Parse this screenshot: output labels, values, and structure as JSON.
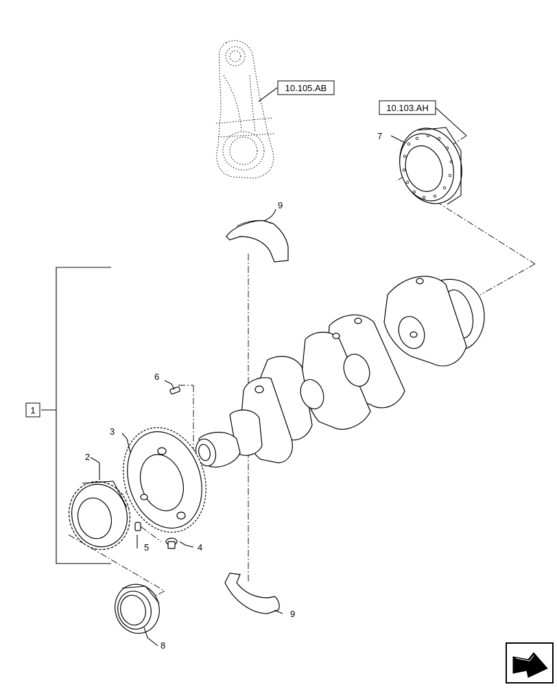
{
  "diagram": {
    "references": {
      "connecting_rod": "10.105.AB",
      "rear_seal_housing": "10.103.AH"
    },
    "assembly_label": "1",
    "callouts": [
      {
        "id": "c2",
        "label": "2"
      },
      {
        "id": "c3",
        "label": "3"
      },
      {
        "id": "c4",
        "label": "4"
      },
      {
        "id": "c5",
        "label": "5"
      },
      {
        "id": "c6",
        "label": "6"
      },
      {
        "id": "c7",
        "label": "7"
      },
      {
        "id": "c8",
        "label": "8"
      },
      {
        "id": "c9a",
        "label": "9"
      },
      {
        "id": "c9b",
        "label": "9"
      }
    ],
    "nav_icon": "next-page-arrow-icon"
  }
}
